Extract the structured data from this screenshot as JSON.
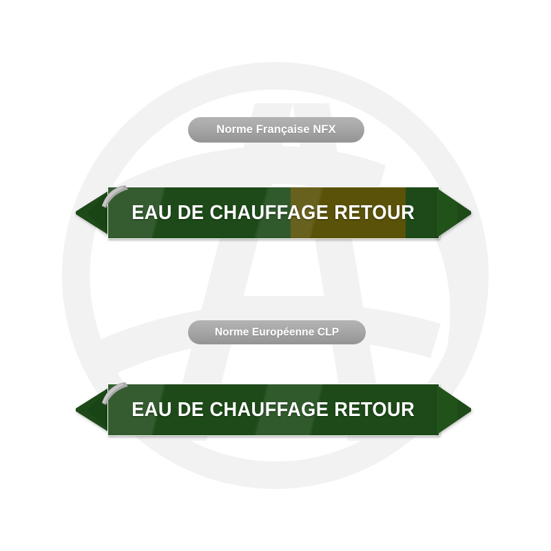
{
  "page": {
    "background_color": "#ffffff",
    "watermark": {
      "name": "circular-logo-watermark",
      "color": "#f2f2f2",
      "shape": "circle-with-letter-a-monogram"
    }
  },
  "colors": {
    "marker_green": "#1d4a18",
    "marker_green_dark": "#16390f",
    "marker_olive": "#5a5208",
    "badge_gray_top": "#b3b3b3",
    "badge_gray_bottom": "#949494",
    "text_white": "#ffffff",
    "border_white": "#ffffff",
    "peel_gray": "#a8a8a8"
  },
  "markers": [
    {
      "id": "norme-francaise-nfx",
      "badge": {
        "label": "Norme Française NFX",
        "name": "badge-norme-francaise-nfx"
      },
      "caption": "EAU DE CHAUFFAGE RETOUR",
      "base_color": "#1d4a18",
      "bands": [
        {
          "color": "#5a5208",
          "left_pct": 55.2,
          "width_pct": 34.8
        }
      ],
      "arrow_left": true,
      "arrow_right": true,
      "peel_corner": true
    },
    {
      "id": "norme-europeenne-clp",
      "badge": {
        "label": "Norme Européenne CLP",
        "name": "badge-norme-europeenne-clp"
      },
      "caption": "EAU DE CHAUFFAGE RETOUR",
      "base_color": "#1d4a18",
      "bands": [],
      "arrow_left": true,
      "arrow_right": true,
      "peel_corner": true
    }
  ]
}
